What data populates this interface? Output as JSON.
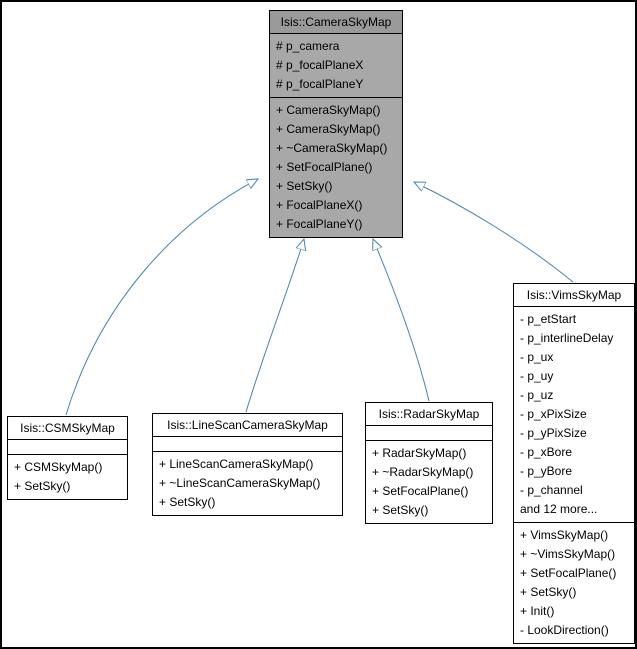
{
  "diagram": {
    "kind": "uml-inheritance-diagram",
    "arrow_color": "#4682B4",
    "selected_node_fill": "#a8a8a8",
    "selected_node_title_fill": "#9a9a9a",
    "background": "#ffffff",
    "border_color": "#000000"
  },
  "classes": {
    "camera": {
      "name": "Isis::CameraSkyMap",
      "attributes": [
        "# p_camera",
        "# p_focalPlaneX",
        "# p_focalPlaneY"
      ],
      "methods": [
        "+ CameraSkyMap()",
        "+ CameraSkyMap()",
        "+ ~CameraSkyMap()",
        "+ SetFocalPlane()",
        "+ SetSky()",
        "+ FocalPlaneX()",
        "+ FocalPlaneY()"
      ]
    },
    "csm": {
      "name": "Isis::CSMSkyMap",
      "attributes": [],
      "methods": [
        "+ CSMSkyMap()",
        "+ SetSky()"
      ]
    },
    "linescan": {
      "name": "Isis::LineScanCameraSkyMap",
      "attributes": [],
      "methods": [
        "+ LineScanCameraSkyMap()",
        "+ ~LineScanCameraSkyMap()",
        "+ SetSky()"
      ]
    },
    "radar": {
      "name": "Isis::RadarSkyMap",
      "attributes": [],
      "methods": [
        "+ RadarSkyMap()",
        "+ ~RadarSkyMap()",
        "+ SetFocalPlane()",
        "+ SetSky()"
      ]
    },
    "vims": {
      "name": "Isis::VimsSkyMap",
      "attributes": [
        "- p_etStart",
        "- p_interlineDelay",
        "- p_ux",
        "- p_uy",
        "- p_uz",
        "- p_xPixSize",
        "- p_yPixSize",
        "- p_xBore",
        "- p_yBore",
        "- p_channel",
        "and 12 more..."
      ],
      "methods": [
        "+ VimsSkyMap()",
        "+ ~VimsSkyMap()",
        "+ SetFocalPlane()",
        "+ SetSky()",
        "+ Init()",
        "- LookDirection()"
      ]
    }
  },
  "relations": [
    {
      "from": "Isis::CSMSkyMap",
      "to": "Isis::CameraSkyMap",
      "type": "inheritance"
    },
    {
      "from": "Isis::LineScanCameraSkyMap",
      "to": "Isis::CameraSkyMap",
      "type": "inheritance"
    },
    {
      "from": "Isis::RadarSkyMap",
      "to": "Isis::CameraSkyMap",
      "type": "inheritance"
    },
    {
      "from": "Isis::VimsSkyMap",
      "to": "Isis::CameraSkyMap",
      "type": "inheritance"
    }
  ]
}
